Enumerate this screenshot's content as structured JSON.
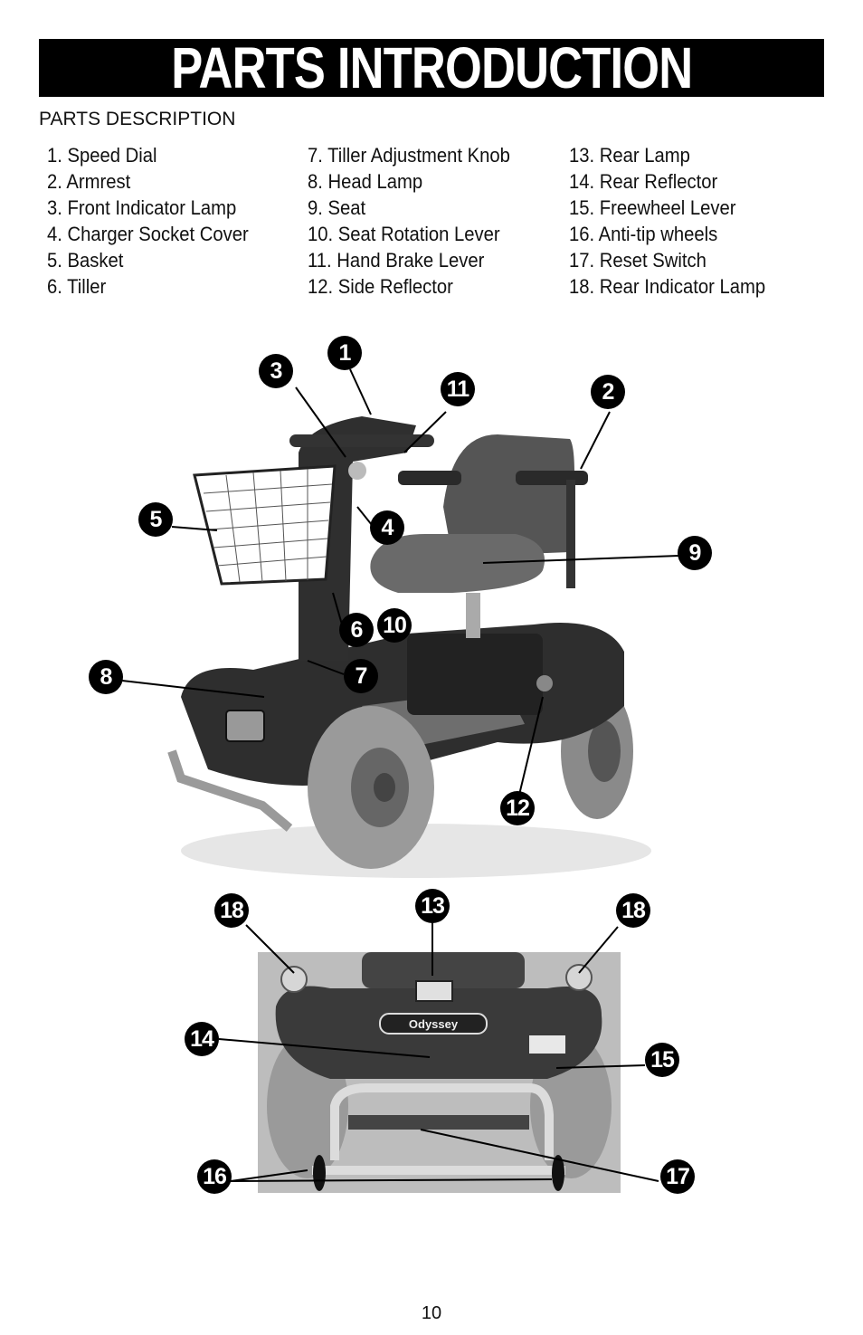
{
  "title": "PARTS INTRODUCTION",
  "section_heading": "PARTS DESCRIPTION",
  "parts": {
    "col1": [
      "1. Speed Dial",
      "2. Armrest",
      "3. Front Indicator Lamp",
      "4. Charger Socket Cover",
      "5. Basket",
      "6. Tiller"
    ],
    "col2": [
      "7. Tiller Adjustment Knob",
      "8. Head Lamp",
      "9. Seat",
      "10. Seat Rotation Lever",
      "11. Hand Brake Lever",
      "12. Side Reflector"
    ],
    "col3": [
      "13. Rear Lamp",
      "14. Rear Reflector",
      "15. Freewheel Lever",
      "16. Anti-tip wheels",
      "17. Reset Switch",
      "18. Rear Indicator Lamp"
    ]
  },
  "callouts": {
    "c1": "1",
    "c2": "2",
    "c3": "3",
    "c4": "4",
    "c5": "5",
    "c6": "6",
    "c7": "7",
    "c8": "8",
    "c9": "9",
    "c10": "10",
    "c11": "11",
    "c12": "12",
    "c13": "13",
    "c14": "14",
    "c15": "15",
    "c16": "16",
    "c17": "17",
    "c18a": "18",
    "c18b": "18"
  },
  "rear_badge_text": "Odyssey",
  "page_number": "10",
  "colors": {
    "title_bg": "#000000",
    "title_fg": "#ffffff",
    "photo_dark": "#2e2e2e",
    "photo_mid": "#8a8a8a",
    "photo_light": "#bdbdbd"
  }
}
